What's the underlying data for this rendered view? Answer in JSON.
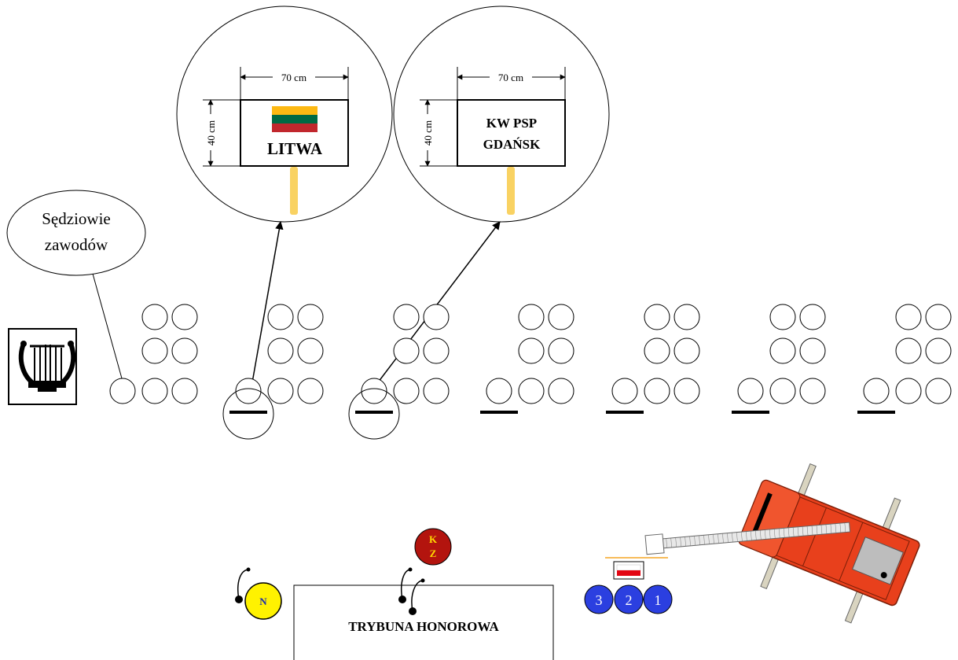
{
  "callouts": {
    "litwa": {
      "width_label": "70 cm",
      "height_label": "40 cm",
      "sign_line1": "LITWA",
      "flag_colors": [
        "#FDB913",
        "#006A44",
        "#C1272D"
      ]
    },
    "gdansk": {
      "width_label": "70 cm",
      "height_label": "40 cm",
      "sign_line1": "KW PSP",
      "sign_line2": "GDAŃSK"
    }
  },
  "judges_bubble": {
    "line1": "Sędziowie",
    "line2": "zawodów"
  },
  "lyre_icon": "lyre-icon",
  "markers": {
    "kz_line1": "K",
    "kz_line2": "Z",
    "n_label": "N",
    "positions": [
      "3",
      "2",
      "1"
    ]
  },
  "tribune": {
    "label": "TRYBUNA HONOROWA"
  },
  "colors": {
    "pole": "#F9D262",
    "kz_fill": "#B3140E",
    "kz_text": "#FFD800",
    "n_fill": "#FFF200",
    "n_text": "#1A2BB0",
    "position_fill": "#2B3FE0",
    "truck": "#E8401C",
    "ladder": "#B8B8B8"
  }
}
